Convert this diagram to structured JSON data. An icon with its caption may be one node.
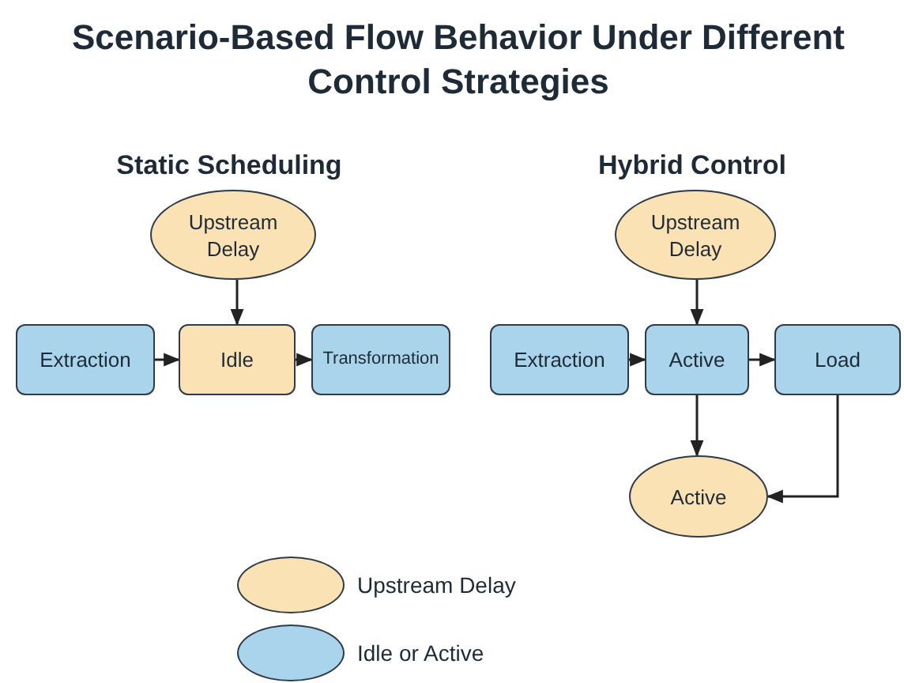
{
  "diagram": {
    "title": "Scenario-Based Flow Behavior Under Different Control Strategies",
    "nodes": [
      {
        "text": [
          "Upstream Delay"
        ]
      },
      {
        "text": [
          "Extraction"
        ]
      },
      {
        "text": [
          "Idle"
        ]
      },
      {
        "text": [
          "Transformation"
        ]
      },
      {
        "text": [
          "Upstream Delay"
        ]
      },
      {
        "text": [
          "Extraction"
        ]
      },
      {
        "text": [
          "Active"
        ]
      },
      {
        "text": [
          "Load"
        ]
      },
      {
        "text": [
          "Active"
        ]
      }
    ],
    "edges": [
      {
        "from": 0,
        "to": 2,
        "arrow": "to"
      },
      {
        "from": 1,
        "to": 2,
        "arrow": "to"
      },
      {
        "from": 2,
        "to": 3,
        "arrow": "to"
      },
      {
        "from": 4,
        "to": 6,
        "arrow": "to"
      },
      {
        "from": 5,
        "to": 6,
        "arrow": "to"
      },
      {
        "from": 6,
        "to": 7,
        "arrow": "to"
      },
      {
        "from": 6,
        "to": 8,
        "arrow": "to"
      },
      {
        "from": 7,
        "to": 8,
        "arrow": "to"
      }
    ],
    "labels": [
      "Static Scheduling",
      "Hybrid Control"
    ],
    "legend": [
      {
        "text": "Upstream Delay",
        "color": "#fbe2b4"
      },
      {
        "text": "Idle or Active",
        "color": "#a9d4ec"
      }
    ]
  }
}
